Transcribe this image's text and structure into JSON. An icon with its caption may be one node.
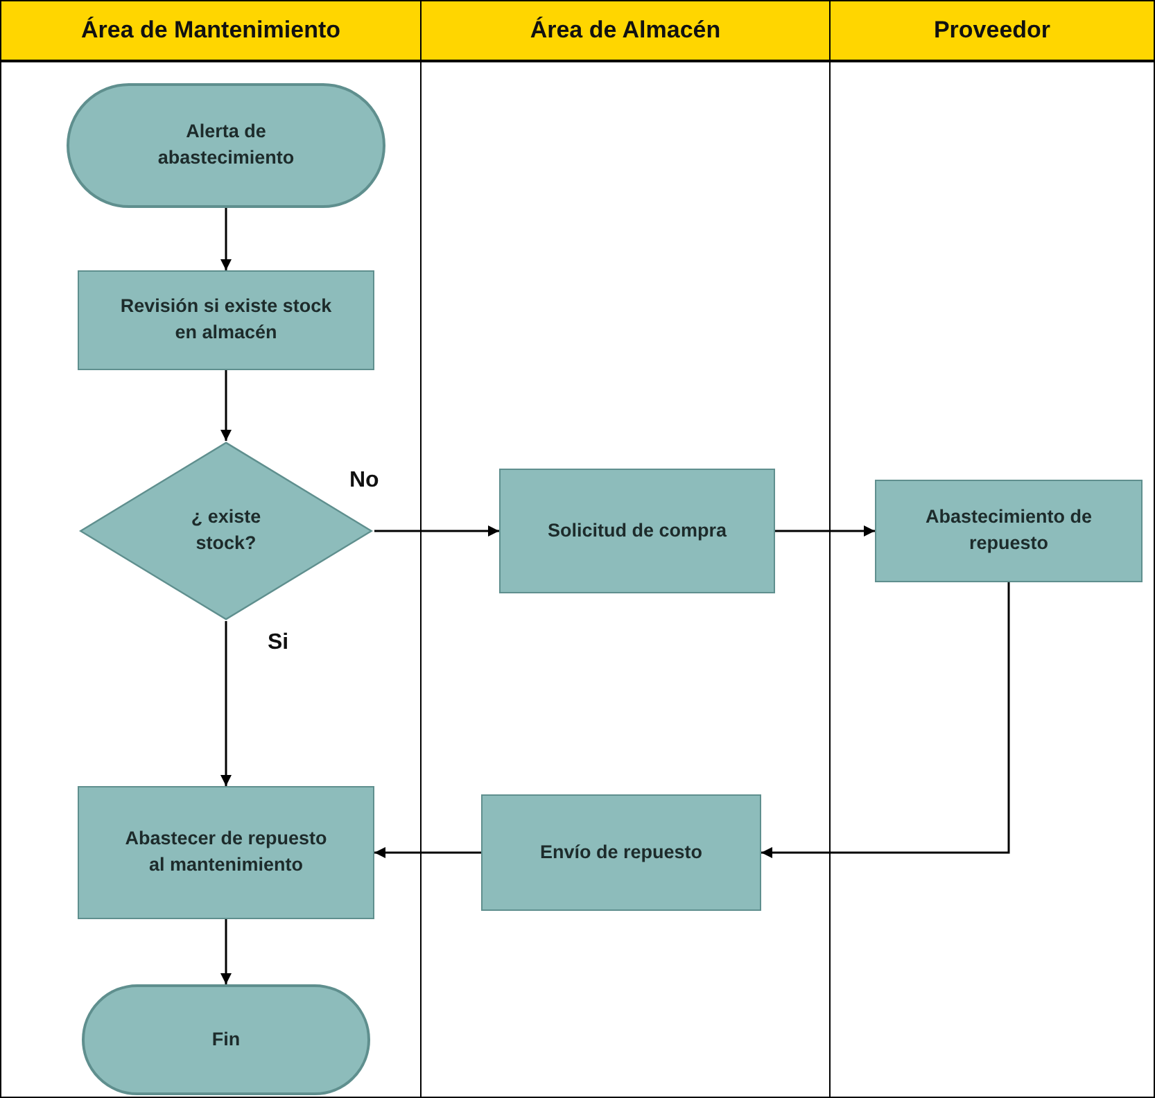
{
  "diagram": {
    "nodes": [
      {
        "text": [
          "Área de Mantenimiento"
        ]
      },
      {
        "text": [
          "Área de Almacén"
        ]
      },
      {
        "text": [
          "Proveedor"
        ]
      },
      {
        "text": [
          "Alerta de abastecimiento"
        ],
        "in": 0
      },
      {
        "text": [
          "Revisión si existe stock en almacén"
        ],
        "in": 0
      },
      {
        "text": [
          "¿ existe stock?"
        ],
        "in": 0
      },
      {
        "text": [
          "Solicitud de compra"
        ],
        "in": 1
      },
      {
        "text": [
          "Abastecimiento de repuesto"
        ],
        "in": 2
      },
      {
        "text": [
          "Abastecer de repuesto al mantenimiento"
        ],
        "in": 0
      },
      {
        "text": [
          "Envío de repuesto"
        ],
        "in": 1
      },
      {
        "text": [
          "Fin"
        ],
        "in": 0
      }
    ],
    "edges": [
      {
        "from": 3,
        "to": 4,
        "arrow": "to"
      },
      {
        "from": 4,
        "to": 5,
        "arrow": "to"
      },
      {
        "from": 5,
        "to": 6,
        "arrow": "to",
        "label": "No"
      },
      {
        "from": 6,
        "to": 7,
        "arrow": "to"
      },
      {
        "from": 5,
        "to": 8,
        "arrow": "to",
        "label": "Si"
      },
      {
        "from": 7,
        "to": 9,
        "arrow": "to"
      },
      {
        "from": 9,
        "to": 8,
        "arrow": "to"
      },
      {
        "from": 8,
        "to": 10,
        "arrow": "to"
      }
    ]
  }
}
